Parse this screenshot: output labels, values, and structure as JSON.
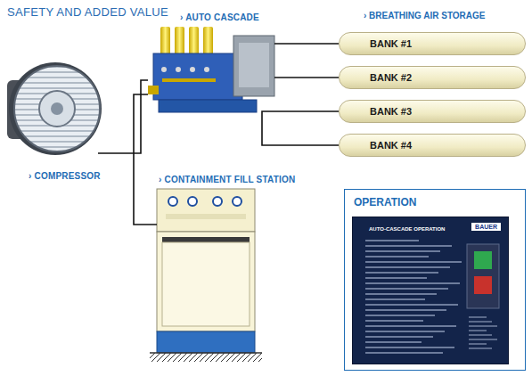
{
  "diagram": {
    "title": "SAFETY AND ADDED VALUE",
    "nodes": [
      {
        "text": [
          "› COMPRESSOR"
        ]
      },
      {
        "text": [
          "› AUTO CASCADE"
        ]
      },
      {
        "text": [
          "› CONTAINMENT FILL STATION"
        ]
      },
      {
        "text": [
          "BANK #1"
        ]
      },
      {
        "text": [
          "BANK #2"
        ]
      },
      {
        "text": [
          "BANK #3"
        ]
      },
      {
        "text": [
          "BANK #4"
        ]
      },
      {
        "text": [
          "OPERATION"
        ]
      },
      {
        "text": [
          "AUTO-CASCADE OPERATION",
          "BAUER"
        ],
        "in": 7
      }
    ],
    "edges": [
      {
        "from": 0,
        "to": 1,
        "arrow": "none"
      },
      {
        "from": 1,
        "to": 3,
        "arrow": "none"
      },
      {
        "from": 1,
        "to": 4,
        "arrow": "none"
      },
      {
        "from": 1,
        "to": 5,
        "arrow": "none"
      },
      {
        "from": 1,
        "to": 6,
        "arrow": "none"
      },
      {
        "from": 2,
        "to": 1,
        "arrow": "none"
      }
    ],
    "labels": [
      "› BREATHING AIR STORAGE"
    ]
  }
}
